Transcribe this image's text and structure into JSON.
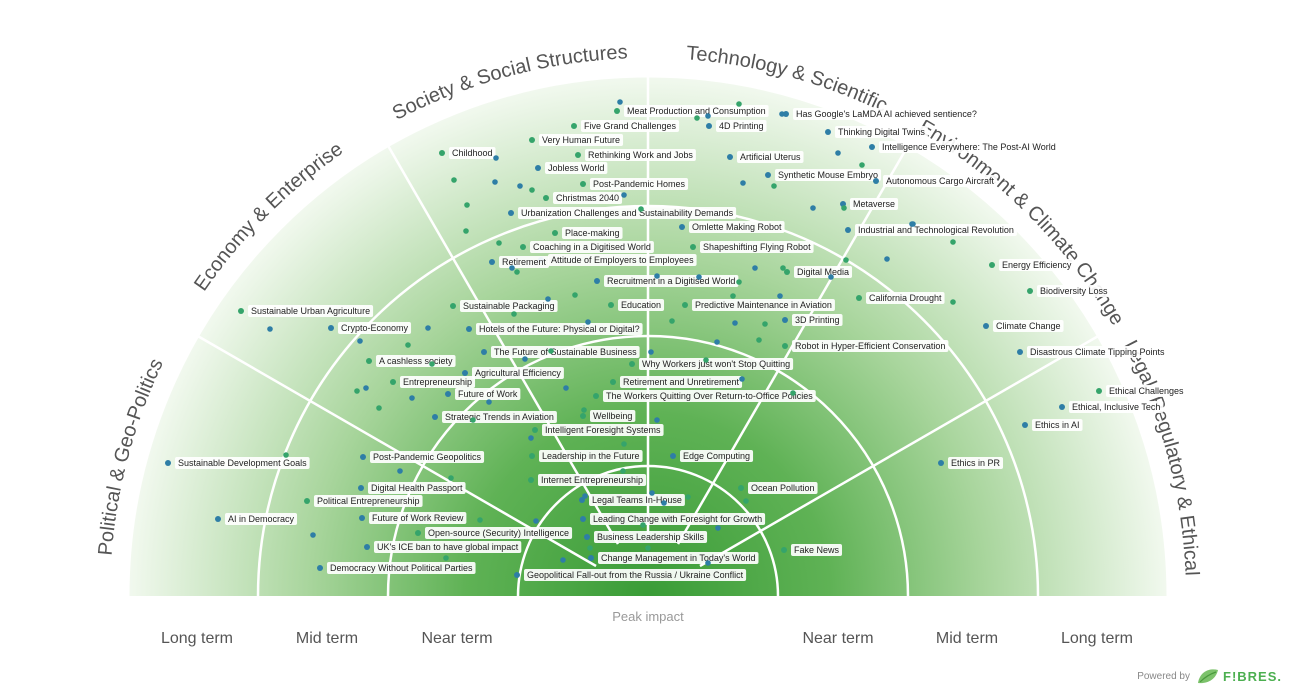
{
  "segments": [
    "Political & Geo-Politics",
    "Economy & Enterprise",
    "Society & Social Structures",
    "Technology & Scientific",
    "Environment & Climate Change",
    "Legal, Regulatory & Ethical"
  ],
  "horizons": {
    "left": [
      "Long term",
      "Mid term",
      "Near term"
    ],
    "right": [
      "Near term",
      "Mid term",
      "Long term"
    ]
  },
  "peak_label": "Peak impact",
  "powered_by": "Powered by",
  "brand": "F!BRES.",
  "colors": {
    "dot_blue": "#2e7ea6",
    "dot_green": "#35a46b",
    "gradient_center": "#3a9c37",
    "gradient_edge": "#f2f9ef"
  },
  "signals": [
    {
      "label": "Meat Production and Consumption",
      "color": "green"
    },
    {
      "label": "Has Google's LaMDA AI achieved sentience?",
      "color": "blue"
    },
    {
      "label": "Five Grand Challenges",
      "color": "green"
    },
    {
      "label": "4D Printing",
      "color": "blue"
    },
    {
      "label": "Thinking Digital Twins",
      "color": "blue"
    },
    {
      "label": "Very Human Future",
      "color": "green"
    },
    {
      "label": "Intelligence Everywhere: The Post-AI World",
      "color": "blue"
    },
    {
      "label": "Childhood",
      "color": "green"
    },
    {
      "label": "Rethinking Work and Jobs",
      "color": "green"
    },
    {
      "label": "Artificial Uterus",
      "color": "blue"
    },
    {
      "label": "Jobless World",
      "color": "blue"
    },
    {
      "label": "Synthetic Mouse Embryo",
      "color": "blue"
    },
    {
      "label": "Autonomous Cargo Aircraft",
      "color": "blue"
    },
    {
      "label": "Post-Pandemic Homes",
      "color": "green"
    },
    {
      "label": "Christmas 2040",
      "color": "green"
    },
    {
      "label": "Metaverse",
      "color": "blue"
    },
    {
      "label": "Urbanization Challenges and Sustainability Demands",
      "color": "blue"
    },
    {
      "label": "Omlette Making Robot",
      "color": "blue"
    },
    {
      "label": "Industrial and Technological Revolution",
      "color": "blue"
    },
    {
      "label": "Place-making",
      "color": "green"
    },
    {
      "label": "Coaching in a Digitised World",
      "color": "green"
    },
    {
      "label": "Shapeshifting Flying Robot",
      "color": "green"
    },
    {
      "label": "Attitude of Employers to Employees",
      "color": "blue"
    },
    {
      "label": "Retirement",
      "color": "blue"
    },
    {
      "label": "Energy Efficiency",
      "color": "green"
    },
    {
      "label": "Digital Media",
      "color": "green"
    },
    {
      "label": "Recruitment in a Digitised World",
      "color": "blue"
    },
    {
      "label": "Biodiversity Loss",
      "color": "green"
    },
    {
      "label": "California Drought",
      "color": "green"
    },
    {
      "label": "Sustainable Packaging",
      "color": "green"
    },
    {
      "label": "Education",
      "color": "green"
    },
    {
      "label": "Predictive Maintenance in Aviation",
      "color": "green"
    },
    {
      "label": "Sustainable Urban Agriculture",
      "color": "green"
    },
    {
      "label": "3D Printing",
      "color": "blue"
    },
    {
      "label": "Crypto-Economy",
      "color": "blue"
    },
    {
      "label": "Hotels of the Future: Physical or Digital?",
      "color": "blue"
    },
    {
      "label": "Climate Change",
      "color": "blue"
    },
    {
      "label": "Robot in Hyper-Efficient Conservation",
      "color": "green"
    },
    {
      "label": "The Future of Sustainable Business",
      "color": "blue"
    },
    {
      "label": "Disastrous Climate Tipping Points",
      "color": "blue"
    },
    {
      "label": "A cashless society",
      "color": "green"
    },
    {
      "label": "Why Workers just won't Stop Quitting",
      "color": "green"
    },
    {
      "label": "Agricultural Efficiency",
      "color": "blue"
    },
    {
      "label": "Entrepreneurship",
      "color": "green"
    },
    {
      "label": "Retirement and Unretirement",
      "color": "green"
    },
    {
      "label": "Future of Work",
      "color": "blue"
    },
    {
      "label": "Ethical Challenges",
      "color": "green"
    },
    {
      "label": "The Workers Quitting Over Return-to-Office Policies",
      "color": "green"
    },
    {
      "label": "Ethical, Inclusive Tech",
      "color": "blue"
    },
    {
      "label": "Strategic Trends in Aviation",
      "color": "blue"
    },
    {
      "label": "Wellbeing",
      "color": "green"
    },
    {
      "label": "Ethics in AI",
      "color": "blue"
    },
    {
      "label": "Intelligent Foresight Systems",
      "color": "green"
    },
    {
      "label": "Post-Pandemic Geopolitics",
      "color": "blue"
    },
    {
      "label": "Leadership in the Future",
      "color": "green"
    },
    {
      "label": "Edge Computing",
      "color": "blue"
    },
    {
      "label": "Sustainable Development Goals",
      "color": "blue"
    },
    {
      "label": "Ethics in PR",
      "color": "blue"
    },
    {
      "label": "Internet Entrepreneurship",
      "color": "green"
    },
    {
      "label": "Digital Health Passport",
      "color": "blue"
    },
    {
      "label": "Ocean Pollution",
      "color": "green"
    },
    {
      "label": "Political Entrepreneurship",
      "color": "green"
    },
    {
      "label": "Legal Teams In-House",
      "color": "blue"
    },
    {
      "label": "AI in Democracy",
      "color": "blue"
    },
    {
      "label": "Future of Work Review",
      "color": "blue"
    },
    {
      "label": "Leading Change with Foresight for Growth",
      "color": "blue"
    },
    {
      "label": "Open-source (Security) Intelligence",
      "color": "green"
    },
    {
      "label": "Business Leadership Skills",
      "color": "blue"
    },
    {
      "label": "UK's ICE ban to have global impact",
      "color": "blue"
    },
    {
      "label": "Fake News",
      "color": "green"
    },
    {
      "label": "Change Management in Today's World",
      "color": "blue"
    },
    {
      "label": "Democracy Without Political Parties",
      "color": "blue"
    },
    {
      "label": "Geopolitical Fall-out from the Russia / Ukraine Conflict",
      "color": "blue"
    }
  ]
}
